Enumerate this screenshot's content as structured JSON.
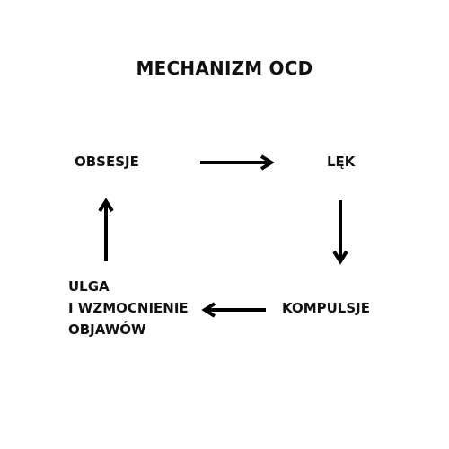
{
  "diagram": {
    "title": "MECHANIZM OCD",
    "nodes": {
      "obsesje": "OBSESJE",
      "lek": "LĘK",
      "kompulsje": "KOMPULSJE",
      "ulga": [
        "ULGA",
        "I WZMOCNIENIE",
        "OBJAWÓW"
      ]
    },
    "edges": [
      {
        "from": "OBSESJE",
        "to": "LĘK"
      },
      {
        "from": "LĘK",
        "to": "KOMPULSJE"
      },
      {
        "from": "KOMPULSJE",
        "to": "ULGA I WZMOCNIENIE OBJAWÓW"
      },
      {
        "from": "ULGA I WZMOCNIENIE OBJAWÓW",
        "to": "OBSESJE"
      }
    ],
    "colors": {
      "text": "#111111",
      "arrow": "#000000",
      "background": "#ffffff"
    }
  }
}
